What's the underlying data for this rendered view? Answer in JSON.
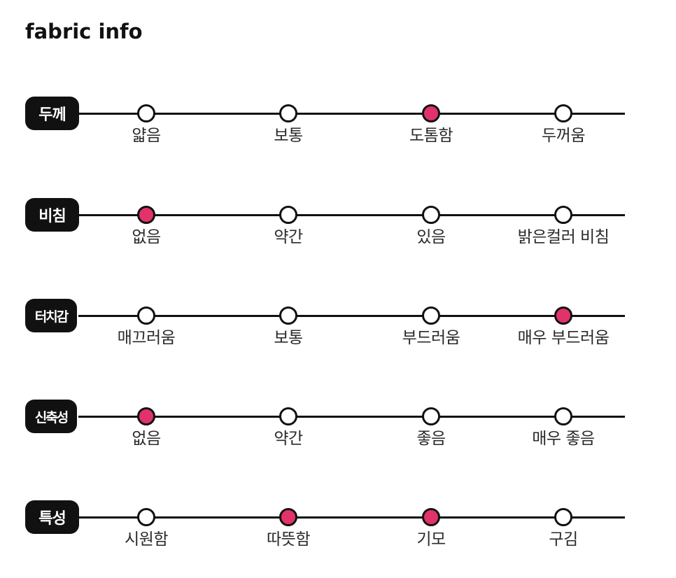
{
  "title": "fabric info",
  "accent_color": "#e2326a",
  "rows": [
    {
      "label": "두께",
      "options": [
        {
          "text": "얇음",
          "selected": false
        },
        {
          "text": "보통",
          "selected": false
        },
        {
          "text": "도톰함",
          "selected": true
        },
        {
          "text": "두꺼움",
          "selected": false
        }
      ]
    },
    {
      "label": "비침",
      "options": [
        {
          "text": "없음",
          "selected": true
        },
        {
          "text": "약간",
          "selected": false
        },
        {
          "text": "있음",
          "selected": false
        },
        {
          "text": "밝은컬러 비침",
          "selected": false
        }
      ]
    },
    {
      "label": "터치감",
      "options": [
        {
          "text": "매끄러움",
          "selected": false
        },
        {
          "text": "보통",
          "selected": false
        },
        {
          "text": "부드러움",
          "selected": false
        },
        {
          "text": "매우 부드러움",
          "selected": true
        }
      ]
    },
    {
      "label": "신축성",
      "options": [
        {
          "text": "없음",
          "selected": true
        },
        {
          "text": "약간",
          "selected": false
        },
        {
          "text": "좋음",
          "selected": false
        },
        {
          "text": "매우 좋음",
          "selected": false
        }
      ]
    },
    {
      "label": "특성",
      "options": [
        {
          "text": "시원함",
          "selected": false
        },
        {
          "text": "따뜻함",
          "selected": true
        },
        {
          "text": "기모",
          "selected": true
        },
        {
          "text": "구김",
          "selected": false
        }
      ]
    }
  ]
}
